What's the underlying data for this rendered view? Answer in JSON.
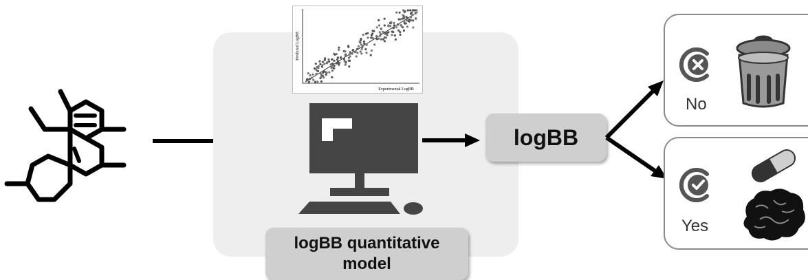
{
  "model": {
    "label": "logBB quantitative\nmodel",
    "plot": {
      "ylabel": "Predicted LogBB",
      "xlabel": "Experimental LogBB"
    }
  },
  "output": {
    "label": "logBB"
  },
  "outcomes": {
    "no": {
      "label": "No",
      "icon": "x-circle-icon"
    },
    "yes": {
      "label": "Yes",
      "icon": "check-circle-icon"
    }
  },
  "colors": {
    "panel": "#eeeeee",
    "box": "#cfcfcf",
    "ink": "#111111",
    "computer": "#454545"
  }
}
